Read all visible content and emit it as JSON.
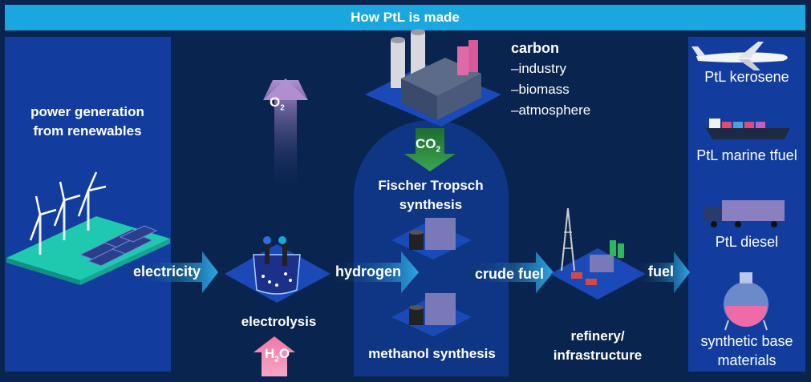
{
  "title": "How PtL is made",
  "power_generation": {
    "label_line1": "power generation",
    "label_line2": "from renewables"
  },
  "arrows": {
    "electricity": "electricity",
    "hydrogen": "hydrogen",
    "crude_fuel": "crude fuel",
    "fuel": "fuel",
    "o2": "O",
    "o2_sub": "2",
    "co2": "CO",
    "co2_sub": "2",
    "h2o_h": "H",
    "h2o_sub": "2",
    "h2o_o": "O"
  },
  "electrolysis": "electrolysis",
  "carbon": {
    "title": "carbon",
    "sources": [
      "–industry",
      "–biomass",
      "–atmosphere"
    ]
  },
  "fischer_tropsch": {
    "line1": "Fischer Tropsch",
    "line2": "synthesis"
  },
  "methanol_synthesis": "methanol synthesis",
  "refinery": {
    "line1": "refinery/",
    "line2": "infrastructure"
  },
  "products": [
    {
      "label_line1": "PtL kerosene",
      "label_line2": "",
      "icon": "airplane-icon"
    },
    {
      "label_line1": "PtL marine tfuel",
      "label_line2": "",
      "icon": "ship-icon"
    },
    {
      "label_line1": "PtL diesel",
      "label_line2": "",
      "icon": "truck-icon"
    },
    {
      "label_line1": "synthetic base",
      "label_line2": "materials",
      "icon": "flask-icon"
    }
  ],
  "colors": {
    "background": "#0a2450",
    "title_bar": "#1aa7e0",
    "panel": "#123d9e",
    "arrow_blue": "#2ea8e6",
    "arrow_green": "#2e8b3e",
    "arrow_purple": "#8a6fb0",
    "arrow_pink": "#e26a9a"
  }
}
